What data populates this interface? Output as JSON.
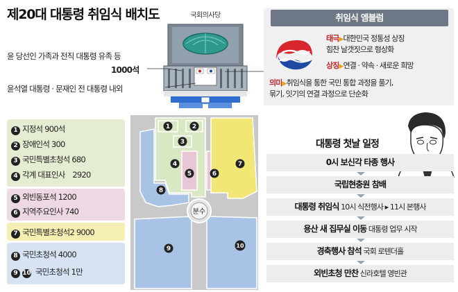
{
  "title": "제20대 대통령 취임식 배치도",
  "building": {
    "label": "국회의사당"
  },
  "notes": {
    "family": "윤 당선인 가족과 전직 대통령 유족 등",
    "family_count": "1000석",
    "presidents": "윤석열 대통령 · 문재인 전 대통령 내외"
  },
  "emblem": {
    "header": "취임식 엠블럼",
    "taegeuk_key": "태극",
    "taegeuk_line1": "대한민국 정통성 상징",
    "taegeuk_line2": "힘찬 날갯짓으로 형상화",
    "symbol_key": "상징",
    "symbol_text": "연결 · 약속 · 새로운 희망",
    "meaning_key": "의미",
    "meaning_line1": "취임식을 통한 국민 통합 과정을 풀기,",
    "meaning_line2": "묶기, 잇기의 연결 과정으로 단순화"
  },
  "legend": [
    {
      "num": "1",
      "label": "지정석",
      "value": "900석"
    },
    {
      "num": "2",
      "label": "장애인석",
      "value": "300"
    },
    {
      "num": "3",
      "label": "국민특별초청석",
      "value": "680"
    },
    {
      "num": "4",
      "label": "각계 대표인사",
      "value": "2920"
    },
    {
      "num": "5",
      "label": "외빈동포석",
      "value": "1200"
    },
    {
      "num": "6",
      "label": "지역주요인사",
      "value": "740"
    },
    {
      "num": "7",
      "label": "국민특별초청석2",
      "value": "9000"
    },
    {
      "num": "8",
      "label": "국민초청석",
      "value": "4000"
    },
    {
      "num": "9",
      "num2": "10",
      "label": "국민초청석",
      "value": "1만"
    }
  ],
  "map": {
    "fountain": "분수",
    "zone_labels": [
      "1",
      "2",
      "3",
      "4",
      "5",
      "6",
      "7",
      "8",
      "9",
      "10"
    ],
    "colors": {
      "green": "#d9e7c2",
      "pink": "#e9c6d6",
      "yellow": "#f2e675",
      "blue": "#a9c3e6",
      "road": "#c9c9c9"
    }
  },
  "schedule": {
    "title": "대통령 첫날 일정",
    "items": [
      {
        "bold": "0시 보신각 타종 행사",
        "rest": ""
      },
      {
        "bold": "국립현충원 참배",
        "rest": ""
      },
      {
        "bold": "대통령 취임식",
        "rest": " 10시 식전행사 ▸ 11시 본행사"
      },
      {
        "bold": "용산 새 집무실 이동",
        "rest": " 대통령 업무 시작"
      },
      {
        "bold": "경축행사 참석",
        "rest": " 국회 로텐더홀"
      },
      {
        "bold": "외빈초청 만찬",
        "rest": " 신라호텔 영빈관"
      }
    ]
  }
}
